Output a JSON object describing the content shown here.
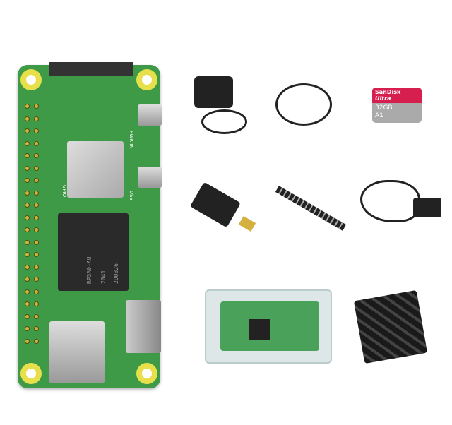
{
  "board": {
    "chip_lines": [
      "RP3A0-AU",
      "2041",
      "2D0826"
    ],
    "labels": {
      "power": "PWR IN",
      "usb": "USB",
      "gpio": "GPIO"
    }
  },
  "sd_card": {
    "brand": "SanDisk",
    "line": "Ultra",
    "capacity": "32GB",
    "rating": "A1"
  },
  "accessories": [
    "power-adapter",
    "hdmi-cable",
    "microsd-card",
    "mini-hdmi-adapter",
    "pin-header",
    "otg-cable",
    "acrylic-case",
    "heatsink"
  ]
}
